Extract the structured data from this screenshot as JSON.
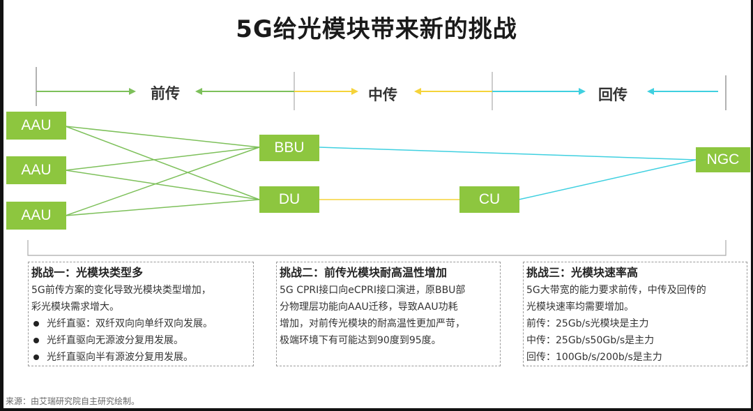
{
  "title": "5G给光模块带来新的挑战",
  "segments": {
    "front": "前传",
    "mid": "中传",
    "back": "回传"
  },
  "nodes": {
    "aau1": "AAU",
    "aau2": "AAU",
    "aau3": "AAU",
    "bbu": "BBU",
    "du": "DU",
    "cu": "CU",
    "ngc": "NGC"
  },
  "colors": {
    "green": "#8dc63f",
    "line_green": "#7dc05a",
    "yellow": "#f5d33a",
    "cyan": "#3fd0e0"
  },
  "challenges": [
    {
      "head": "挑战一：光模块类型多",
      "lines": [
        "5G前传方案的变化导致光模块类型增加，",
        "彩光模块需求增大。"
      ],
      "bullets": [
        "光纤直驱：双纤双向向单纤双向发展。",
        "光纤直驱向无源波分复用发展。",
        "光纤直驱向半有源波分复用发展。"
      ]
    },
    {
      "head": "挑战二：前传光模块耐高温性增加",
      "lines": [
        " 5G CPRI接口向eCPRI接口演进，原BBU部",
        "分物理层功能向AAU迁移，导致AAU功耗",
        "增加，对前传光模块的耐高温性更加严苛，",
        "极端环境下有可能达到90度到95度。"
      ]
    },
    {
      "head": "挑战三：光模块速率高",
      "lines": [
        "5G大带宽的能力要求前传，中传及回传的",
        "光模块速率均需要增加。",
        "前传：25Gb/s光模块是主力",
        "中传：25Gb/s50Gb/s是主力",
        "回传：100Gb/s/200b/s是主力"
      ]
    }
  ],
  "source": "来源：由艾瑞研究院自主研究绘制。"
}
